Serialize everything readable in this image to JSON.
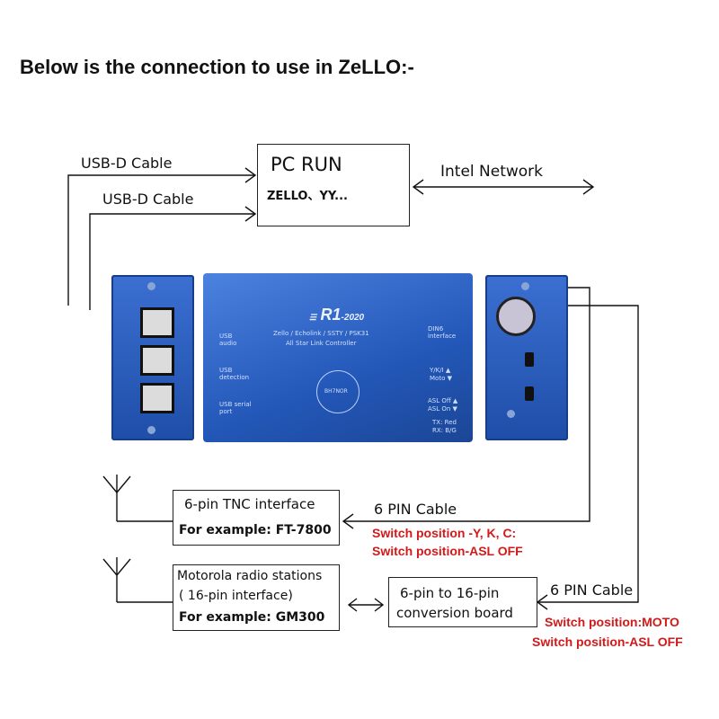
{
  "heading": "Below is the connection to use in ZeLLO:-",
  "pc_box": {
    "title": "PC RUN",
    "subtitle": "ZELLO、YY..."
  },
  "cables": {
    "usb1": "USB-D Cable",
    "usb2": "USB-D Cable",
    "network": "Intel Network",
    "six_pin_1": "6 PIN Cable",
    "six_pin_2": "6 PIN Cable"
  },
  "device": {
    "model": "R1",
    "year": "-2020",
    "subtitle1": "Zello / Echolink / SSTY / PSK31",
    "subtitle2": "All Star Link Controller",
    "left_labels": [
      "USB audio",
      "USB detection",
      "USB serial port"
    ],
    "right_labels": [
      "DIN6 interface",
      "Y/K/I ▲",
      "Moto ▼",
      "ASL Off ▲",
      "ASL On ▼",
      "TX: Red",
      "RX: B/G"
    ],
    "stamp": "BH7NOR"
  },
  "tnc_box": {
    "line1": "6-pin TNC interface",
    "line2": "For example: FT-7800"
  },
  "moto_box": {
    "line1": "Motorola radio stations",
    "line2": "( 16-pin interface)",
    "line3": "For example: GM300"
  },
  "conv_box": {
    "line1": "6-pin to 16-pin",
    "line2": "conversion board"
  },
  "switch_notes": {
    "tnc_a": "Switch position -Y, K, C:",
    "tnc_b": "Switch position-ASL OFF",
    "moto_a": "Switch position:MOTO",
    "moto_b": "Switch position-ASL OFF"
  },
  "colors": {
    "device_blue": "#2a5fc4",
    "note_red": "#d21a1a"
  }
}
